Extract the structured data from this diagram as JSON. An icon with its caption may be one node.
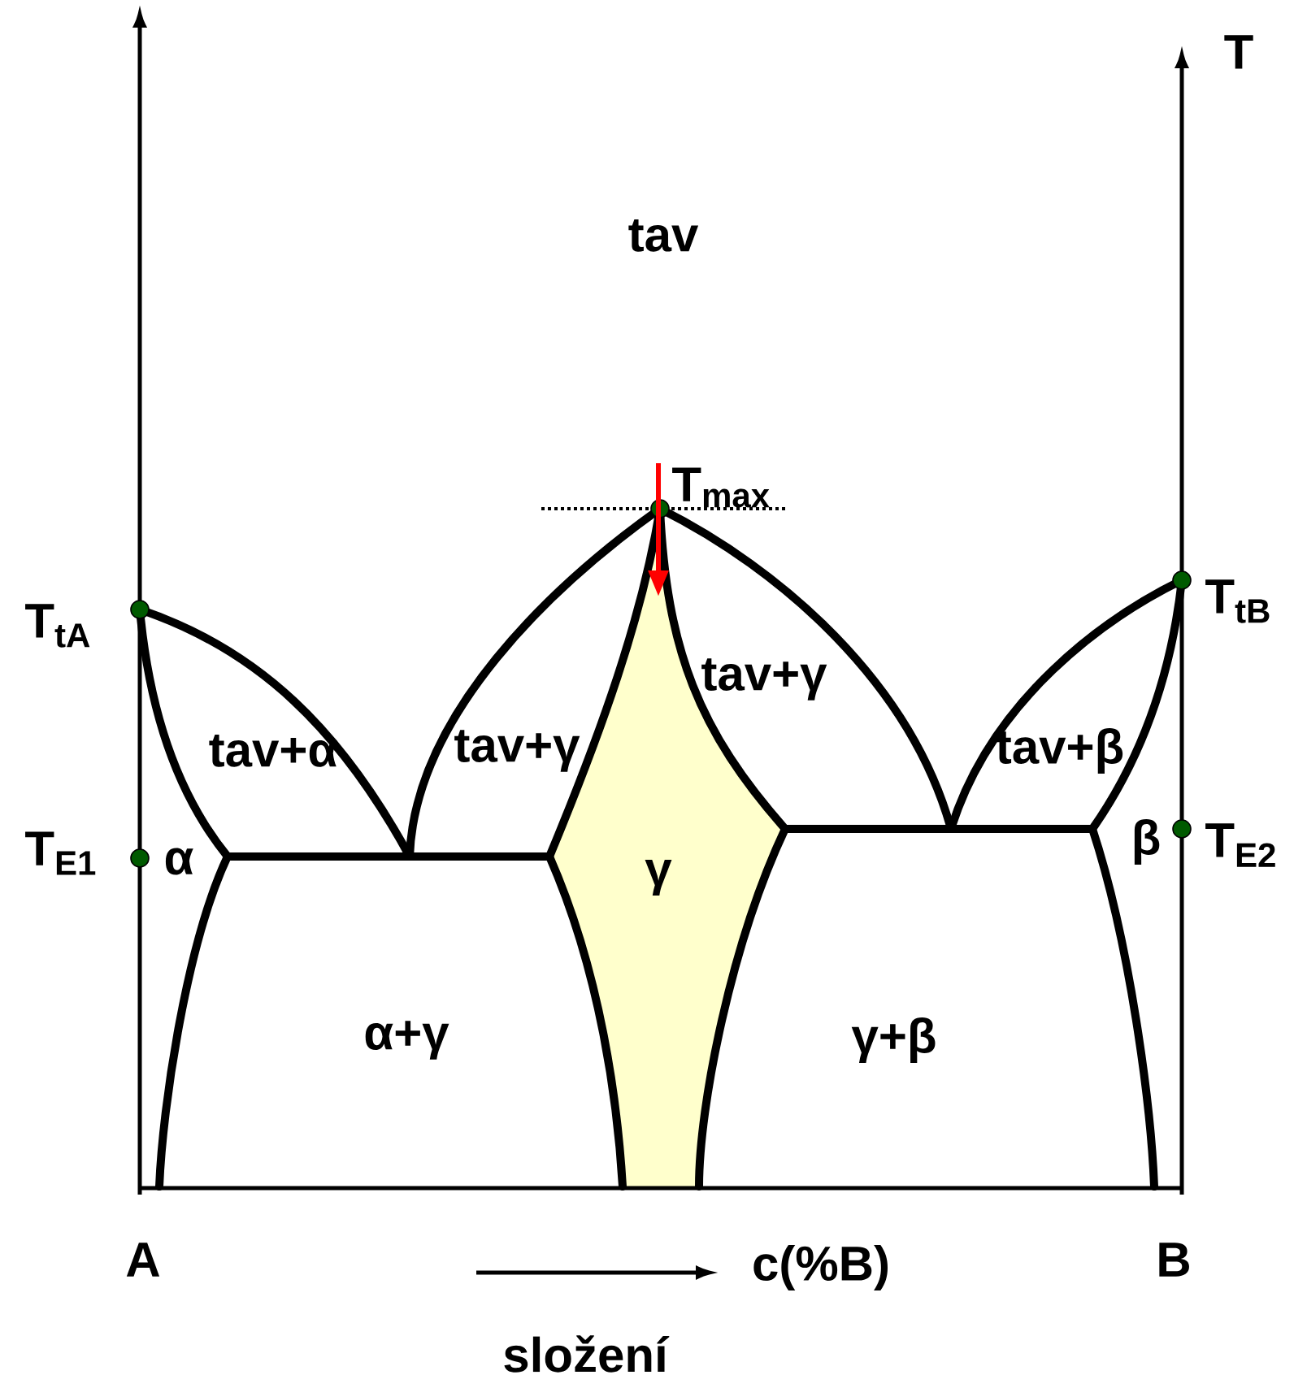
{
  "diagram": {
    "labels": [
      "T",
      "tav",
      "T$_{max}$",
      "T$_{tA}$",
      "T$_{tB}$",
      "tav+α",
      "tav+γ",
      "tav+γ",
      "tav+β",
      "T$_{E1}$",
      "α",
      "γ",
      "β",
      "T$_{E2}$",
      "α+γ",
      "γ+β",
      "A",
      "B",
      "c(%B)",
      "složení"
    ]
  }
}
